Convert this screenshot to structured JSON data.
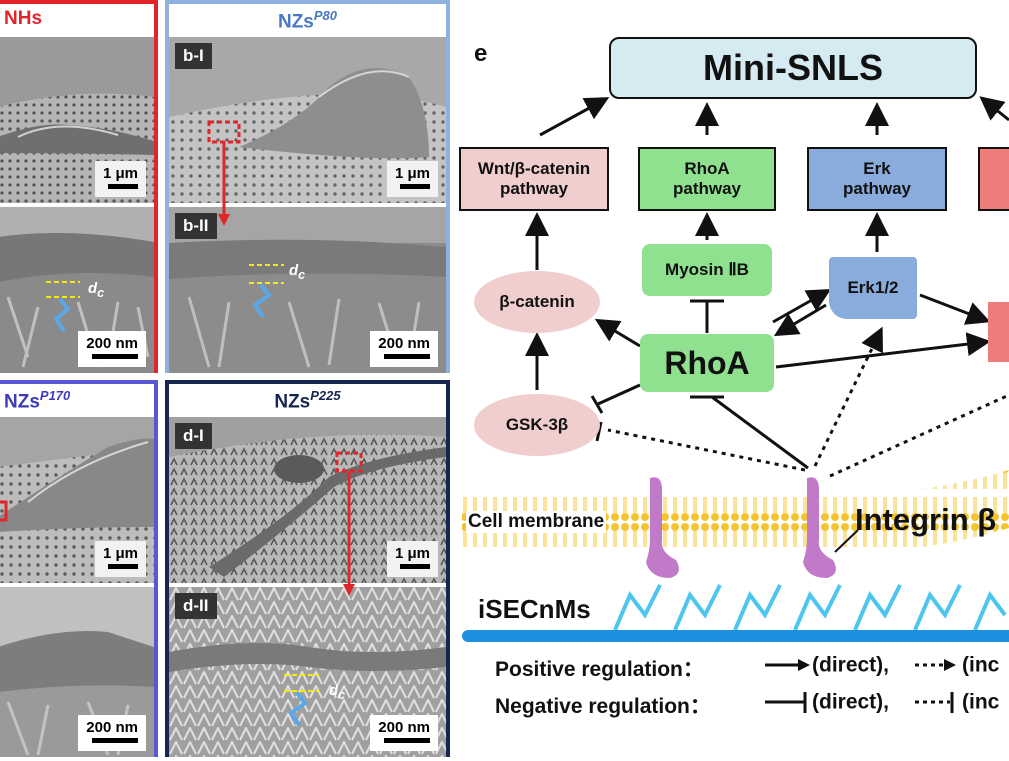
{
  "panels": {
    "a": {
      "title": "NHs",
      "tag_top": "",
      "tag_bottom": "",
      "scale_top": "1 μm",
      "scale_bottom": "200 nm",
      "dc": "d"
    },
    "b": {
      "title": "NZs",
      "title_sup": "P80",
      "tag_top": "b-I",
      "tag_bottom": "b-II",
      "scale_top": "1 μm",
      "scale_bottom": "200 nm",
      "dc": "d"
    },
    "c": {
      "title": "NZs",
      "title_sup": "P170",
      "scale_top": "1 μm",
      "scale_bottom": "200 nm"
    },
    "d": {
      "title": "NZs",
      "title_sup": "P225",
      "tag_top": "d-I",
      "tag_bottom": "d-II",
      "scale_top": "1 μm",
      "scale_bottom": "200 nm",
      "dc": "d"
    },
    "dc_sub": "c"
  },
  "diagram": {
    "panel_label": "e",
    "nodes": {
      "mini_snls": "Mini-SNLS",
      "wnt_line1": "Wnt/β-catenin",
      "wnt_line2": "pathway",
      "rhoa_path_line1": "RhoA",
      "rhoa_path_line2": "pathway",
      "erk_path_line1": "Erk",
      "erk_path_line2": "pathway",
      "myosin": "Myosin ⅡB",
      "erk12": "Erk1/2",
      "beta_catenin": "β-catenin",
      "rhoa": "RhoA",
      "gsk": "GSK-3β"
    },
    "cell_membrane": "Cell membrane",
    "integrin": "Integrin β",
    "substrate": "iSECnMs"
  },
  "legend": {
    "positive": "Positive regulation：",
    "positive_direct": "(direct),",
    "positive_indirect": "(inc",
    "negative": "Negative regulation：",
    "negative_direct": "(direct),",
    "negative_indirect": "(inc"
  },
  "colors": {
    "panel_a_border": "#e0262b",
    "panel_b_border": "#8fb1de",
    "panel_c_border": "#5a57d6",
    "panel_d_border": "#16264f",
    "mini_snls_fill": "#d6eaf2",
    "wnt_fill": "#f0cece",
    "rhoa_fill": "#8fe08f",
    "erk_fill": "#8aacdc",
    "red_fill": "#f07b7b",
    "membrane": "#f4c430",
    "integrin": "#c07ac8",
    "substrate_line": "#1e90e0",
    "zigzag": "#4cc6ee",
    "annot_yellow": "#f2e81a",
    "annot_blue": "#5aa8e8",
    "annot_red": "#e0262b"
  }
}
